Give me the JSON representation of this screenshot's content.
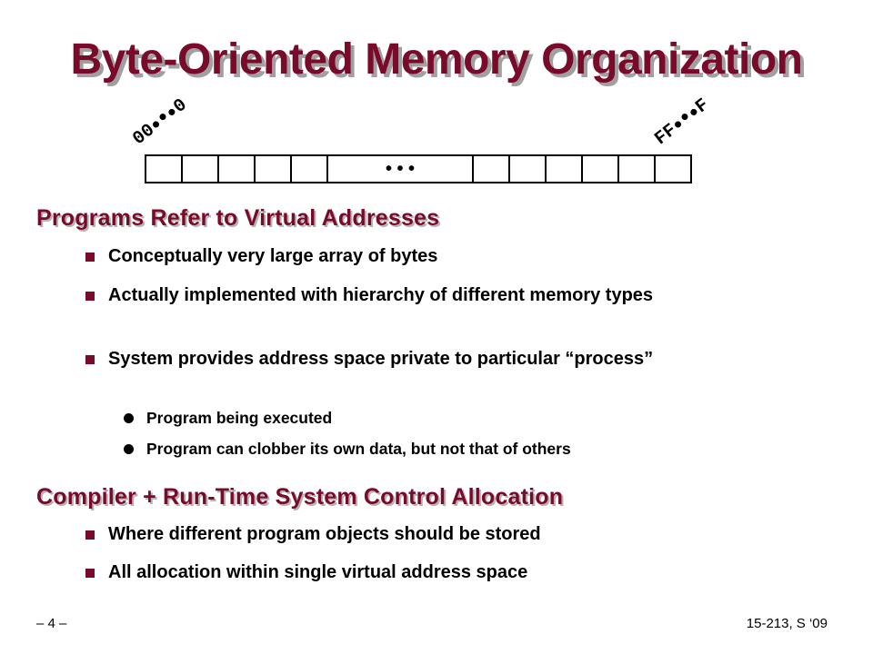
{
  "slide": {
    "title": "Byte-Oriented Memory Organization",
    "diagram": {
      "start_address": "00",
      "start_suffix": "0",
      "end_address": "FF",
      "end_suffix": "F",
      "ellipsis": "• • •"
    },
    "sections": [
      {
        "heading": "Programs Refer to Virtual Addresses",
        "bullets": [
          {
            "text": "Conceptually very large array of bytes"
          },
          {
            "text": "Actually implemented with hierarchy of different memory types"
          },
          {
            "text": "System provides address space private to particular “process”"
          }
        ],
        "sub_bullets": [
          {
            "text": "Program being executed"
          },
          {
            "text": "Program can clobber its own data, but not that of others"
          }
        ]
      },
      {
        "heading": "Compiler + Run-Time System Control Allocation",
        "bullets": [
          {
            "text": "Where different program objects should be stored"
          },
          {
            "text": "All allocation within single virtual address space"
          }
        ]
      }
    ],
    "footer": {
      "page_number": "– 4 –",
      "course": "15-213, S ‘09"
    },
    "colors": {
      "title": "#7a0a2a",
      "heading": "#7a0a2a",
      "bullet_marker": "#7a0a2a",
      "shadow": "#a0a0a0"
    }
  }
}
